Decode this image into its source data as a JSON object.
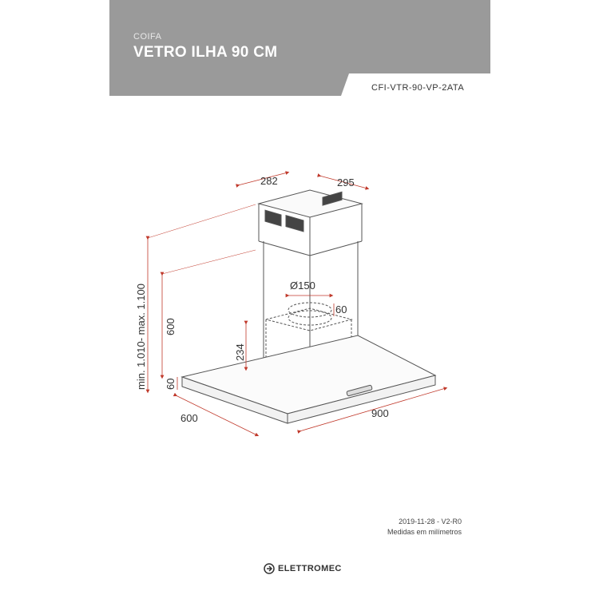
{
  "header": {
    "category": "COIFA",
    "title": "VETRO ILHA 90 CM",
    "model": "CFI-VTR-90-VP-2ATA",
    "bg_color": "#9a9a9a"
  },
  "dimensions": {
    "chimney_width": "282",
    "chimney_depth": "295",
    "total_height": "min. 1.010- max. 1.100",
    "body_height": "600",
    "base_height": "60",
    "motor_height": "234",
    "duct_diameter": "Ø150",
    "duct_height": "60",
    "depth": "600",
    "width": "900"
  },
  "colors": {
    "dimension_line": "#c0392b",
    "outline": "#555555"
  },
  "footer": {
    "date_version": "2019-11-28 - V2-R0",
    "note": "Medidas em milímetros",
    "brand": "ELETTROMEC",
    "brand_icon": "elettromec-logo-icon"
  }
}
